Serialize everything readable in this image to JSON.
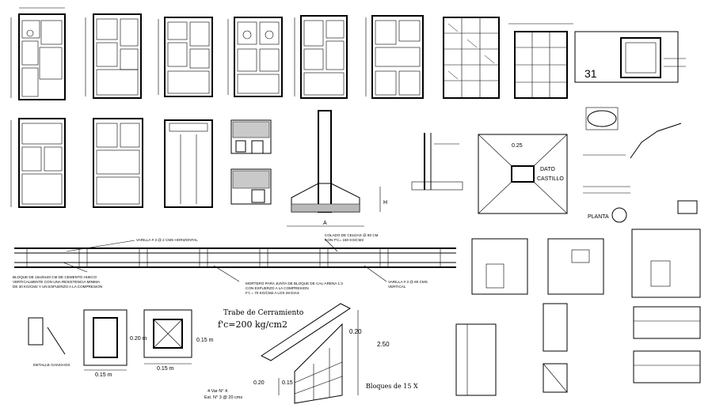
{
  "labels": {
    "planta": "PLANTA",
    "dato": "DATO",
    "castillo": "CASTILLO",
    "dim_025": "0.25",
    "dim_a": "A",
    "dim_h": "H",
    "trabe_title": "Trabe de Cerramiento",
    "concrete_spec": "f'c=200 kg/cm2",
    "dim_020_a": "0.20",
    "dim_250": "2.50",
    "dim_020_b": "0.20",
    "dim_015": "0.15",
    "bloques": "Bloques de 15 X",
    "rebar_1": "4 Var N° 4",
    "rebar_2": "Est. N° 3 @ 20 cms",
    "col_020": "0.20 m",
    "col_015": "0.15 m",
    "sec_015_a": "0.15 m",
    "sec_015_b": "0.15 m",
    "detalle": "DETALLE GANCHOS",
    "sheet_num": "31"
  },
  "notes": {
    "n1": "VARILLA # 3 @ 2 CMS HORIZONTAL",
    "n2": "COLADO DE CELDAS @ 80 CM",
    "n3": "CON F'C= 150 KG/CM2",
    "n4": "BLOQUE DE 15x20x40 CM DE CEMENTO HUECO",
    "n5": "VERTICALMENTE CON UNA RESISTENCIA MINIMA",
    "n6": "DE 30 KG/CM2 Y UN ESFUERZO A LA COMPRESION",
    "n7": "MORTERO PARA JUNTA DE BLOQUE DE CAL-ARENA 1:3",
    "n8": "CON ESFUERZO A LA COMPRESION",
    "n9": "F'c = 70 KG/CM2 A LOS 28 DIAS",
    "n10": "VARILLA # 3 @ 80 CMS",
    "n11": "VERTICAL"
  }
}
